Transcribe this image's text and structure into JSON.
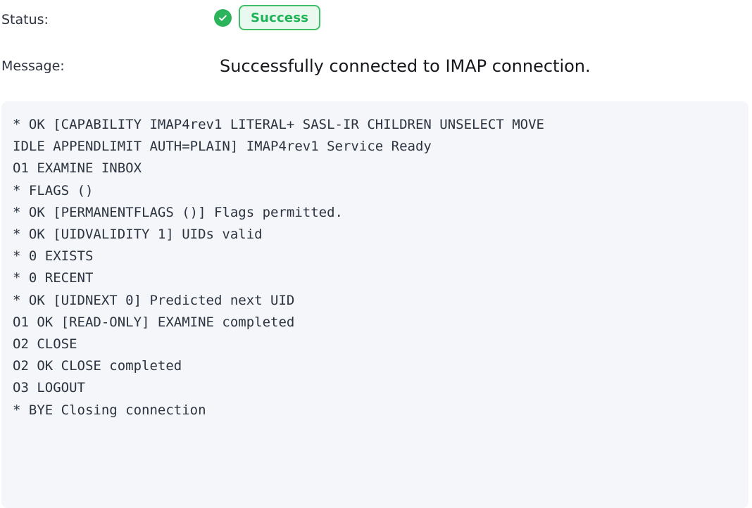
{
  "status": {
    "label": "Status:",
    "icon": "check-circle-icon",
    "badge_text": "Success",
    "badge_bg": "#e9f9ef",
    "badge_border": "#3fc068",
    "badge_text_color": "#1fb457",
    "icon_color": "#2cb45c"
  },
  "message": {
    "label": "Message:",
    "value": "Successfully connected to IMAP connection."
  },
  "log": {
    "background": "#f5f6f9",
    "text_color": "#2b3440",
    "lines": [
      "* OK [CAPABILITY IMAP4rev1 LITERAL+ SASL-IR CHILDREN UNSELECT MOVE",
      "IDLE APPENDLIMIT AUTH=PLAIN] IMAP4rev1 Service Ready",
      "O1 EXAMINE INBOX",
      "* FLAGS ()",
      "* OK [PERMANENTFLAGS ()] Flags permitted.",
      "* OK [UIDVALIDITY 1] UIDs valid",
      "* 0 EXISTS",
      "* 0 RECENT",
      "* OK [UIDNEXT 0] Predicted next UID",
      "O1 OK [READ-ONLY] EXAMINE completed",
      "O2 CLOSE",
      "O2 OK CLOSE completed",
      "O3 LOGOUT",
      "* BYE Closing connection"
    ]
  }
}
